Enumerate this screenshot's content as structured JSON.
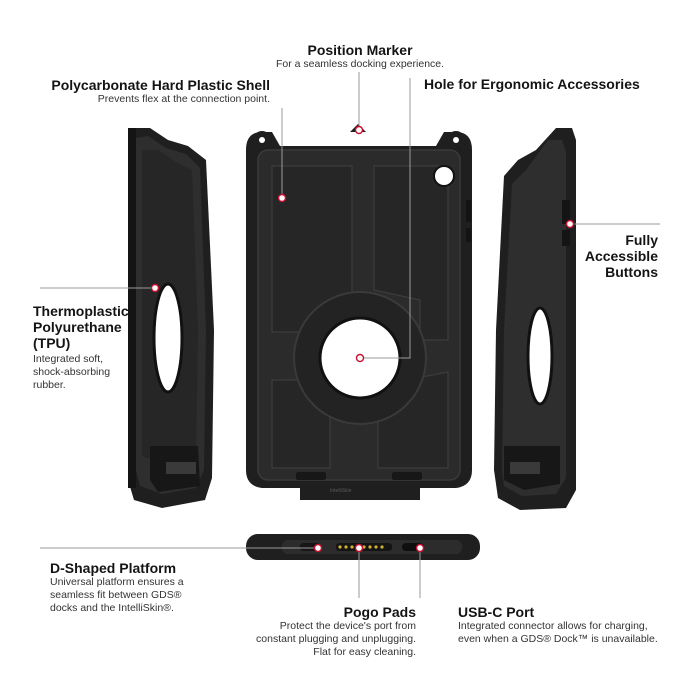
{
  "colors": {
    "marker": "#c8102e",
    "case": "#1f1f1f",
    "case_edge": "#3a3a3a",
    "line": "#9a9a9a"
  },
  "callouts": {
    "position_marker": {
      "title": "Position Marker",
      "desc": "For a seamless docking experience."
    },
    "polycarbonate_shell": {
      "title": "Polycarbonate Hard Plastic Shell",
      "desc": "Prevents flex at the connection point."
    },
    "ergonomic_hole": {
      "title": "Hole for Ergonomic Accessories"
    },
    "accessible_buttons": {
      "title_1": "Fully",
      "title_2": "Accessible",
      "title_3": "Buttons"
    },
    "tpu": {
      "title_1": "Thermoplastic",
      "title_2": "Polyurethane",
      "title_3": "(TPU)",
      "desc_1": "Integrated soft,",
      "desc_2": "shock-absorbing",
      "desc_3": "rubber."
    },
    "d_platform": {
      "title": "D-Shaped Platform",
      "desc_1": "Universal platform ensures a",
      "desc_2": "seamless fit between GDS®",
      "desc_3": "docks and the IntelliSkin®."
    },
    "pogo_pads": {
      "title": "Pogo Pads",
      "desc_1": "Protect the device's port from",
      "desc_2": "constant plugging and unplugging.",
      "desc_3": "Flat for easy cleaning."
    },
    "usbc": {
      "title": "USB-C Port",
      "desc_1": "Integrated connector allows for charging,",
      "desc_2": "even when a GDS® Dock™ is unavailable."
    }
  },
  "brand_mark": "IntelliSkin"
}
